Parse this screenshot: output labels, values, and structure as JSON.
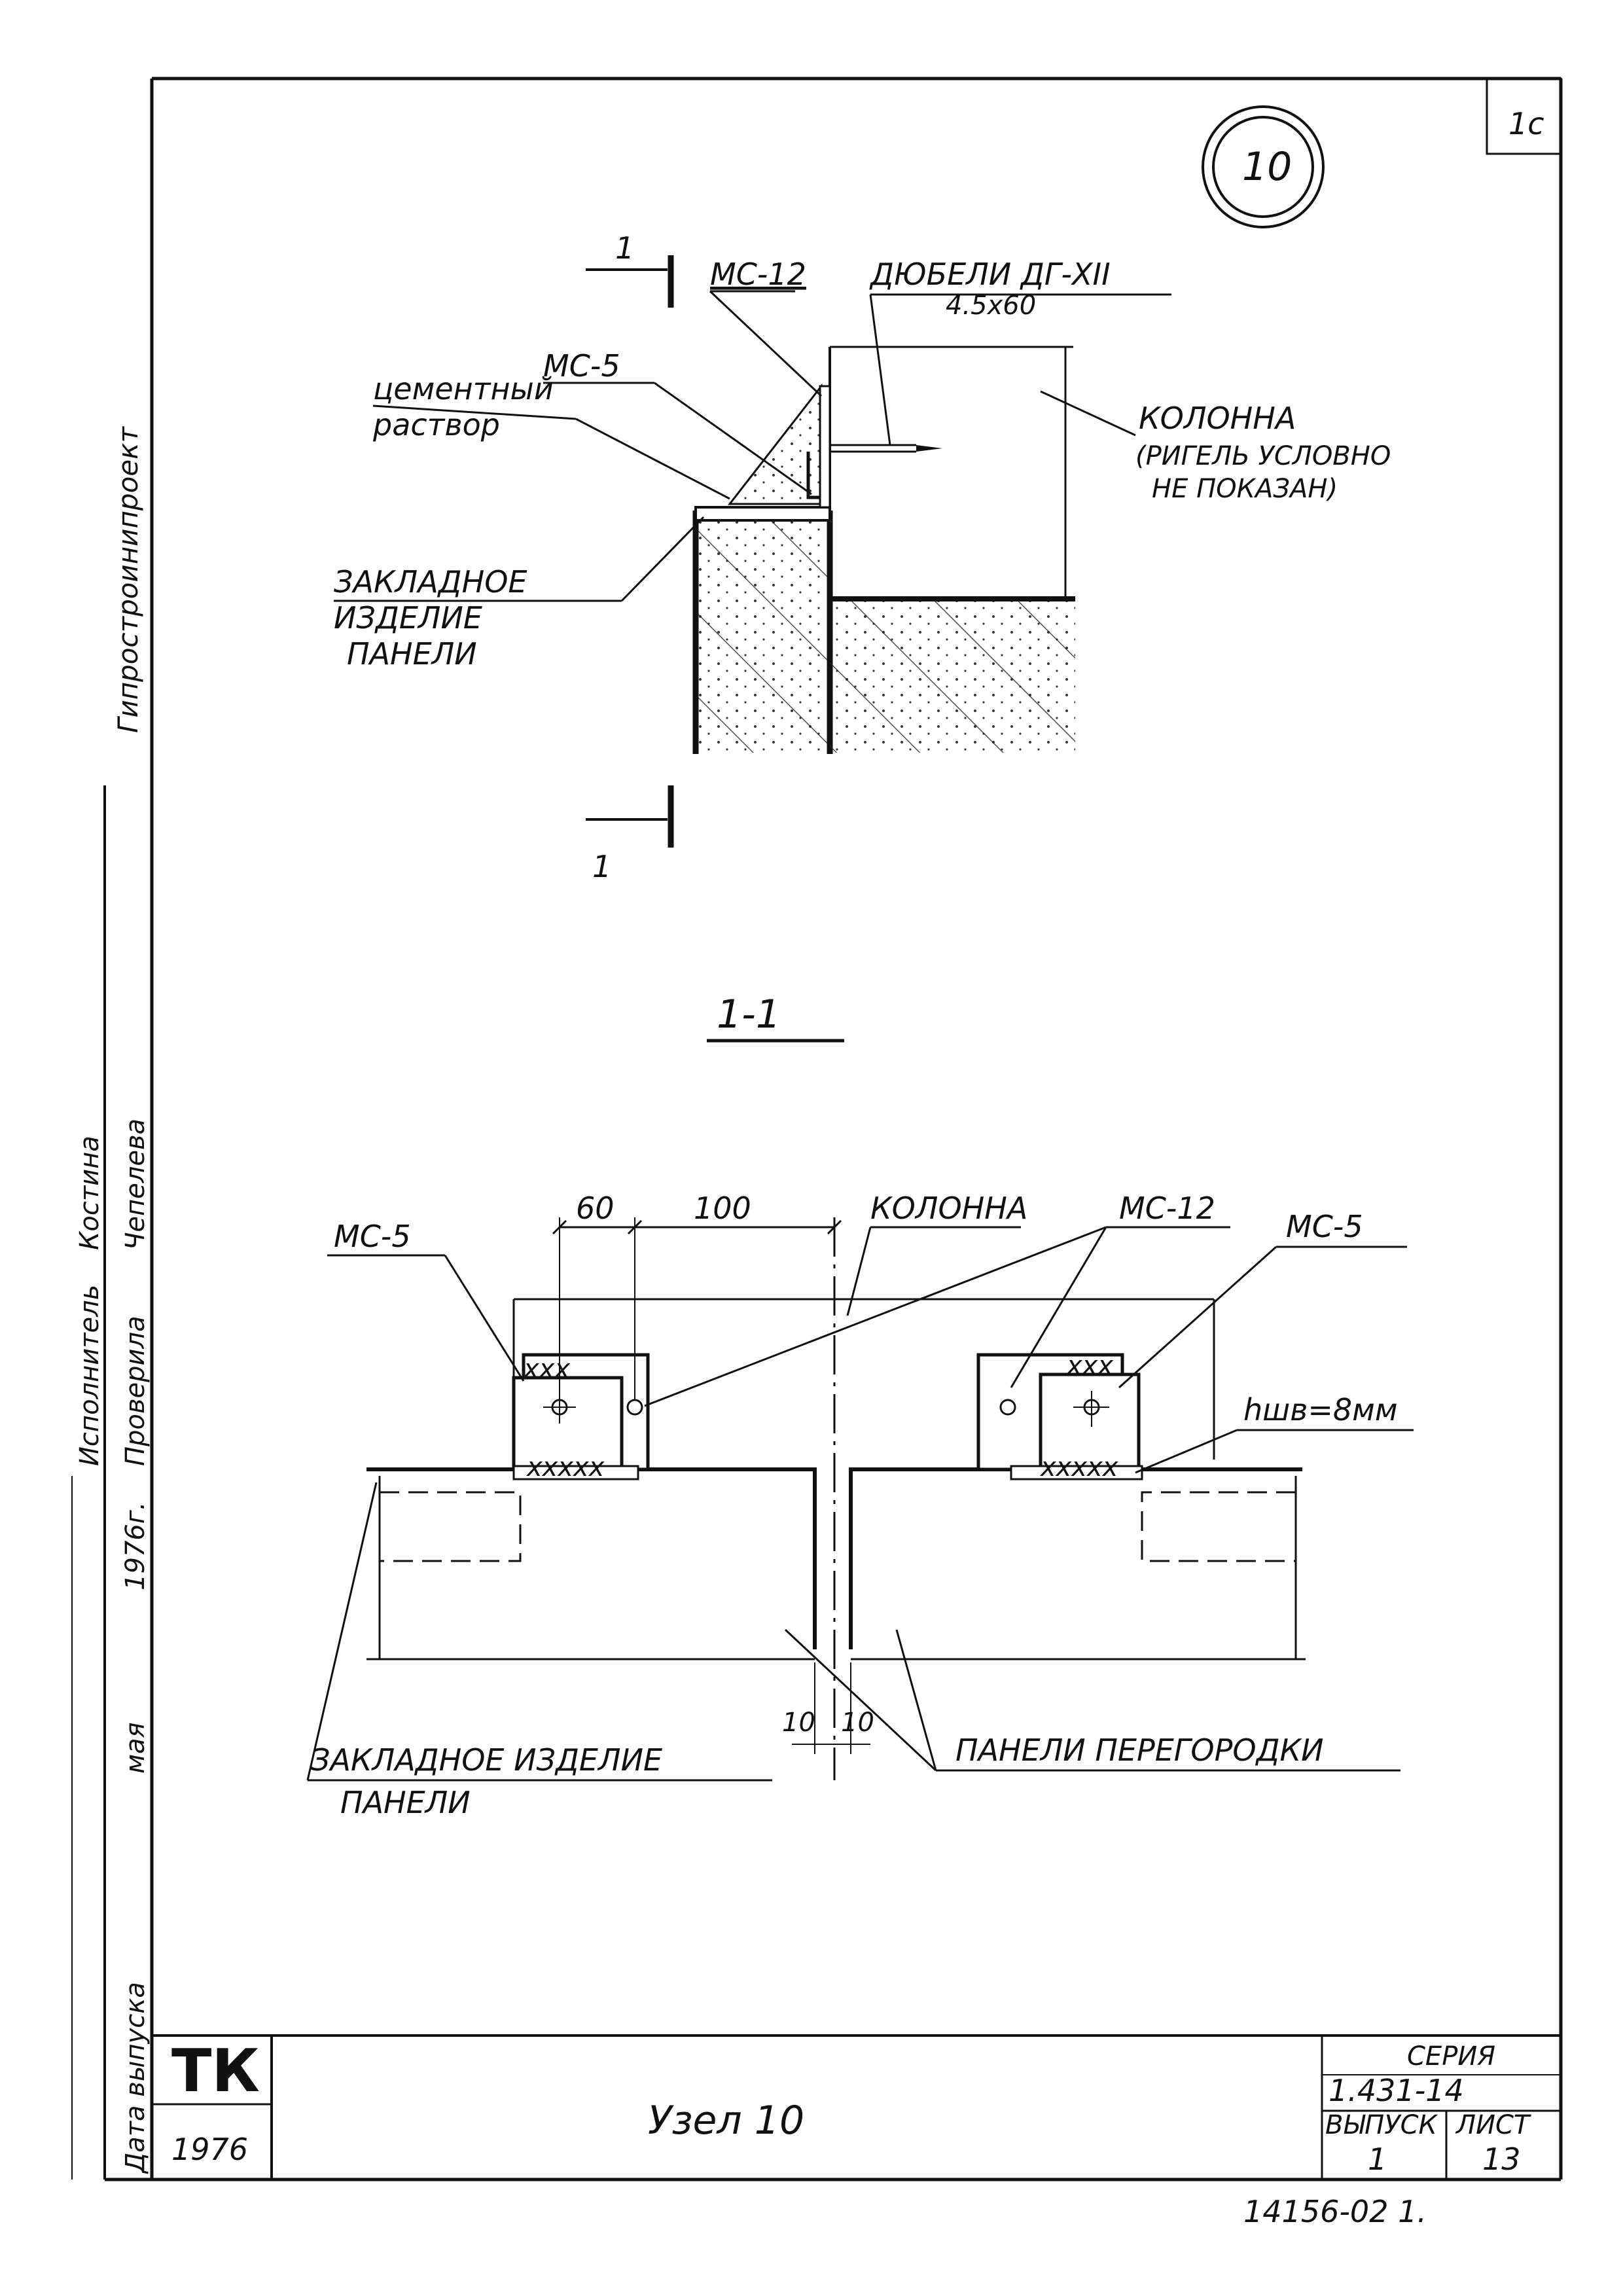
{
  "sheet_corner": "1c",
  "node_circle": "10",
  "top_detail": {
    "section_mark_top": "1",
    "section_mark_bottom": "1",
    "mc12": "МС-12",
    "dowels_title": "ДЮБЕЛИ ДГ-XII",
    "dowels_size": "4.5х60",
    "mc5": "МС-5",
    "mortar_line1": "цементный",
    "mortar_line2": "раствор",
    "column_line1": "КОЛОННА",
    "column_line2": "(РИГЕЛЬ УСЛОВНО",
    "column_line3": "НЕ ПОКАЗАН)",
    "embedded_line1": "ЗАКЛАДНОЕ",
    "embedded_line2": "ИЗДЕЛИЕ",
    "embedded_line3": "ПАНЕЛИ"
  },
  "section_title": "1-1",
  "section": {
    "dim_60": "60",
    "dim_100": "100",
    "column": "КОЛОННА",
    "mc12": "МС-12",
    "mc5_left": "МС-5",
    "mc5_right": "МС-5",
    "weld": "hшв=8мм",
    "gap_left": "10",
    "gap_right": "10",
    "embedded_line1": "ЗАКЛАДНОЕ ИЗДЕЛИЕ",
    "embedded_line2": "ПАНЕЛИ",
    "panels": "ПАНЕЛИ ПЕРЕГОРОДКИ"
  },
  "sidebar": {
    "org": "Гипростроинипроект",
    "executor_role": "Исполнитель",
    "executor_name": "Костина",
    "checker_role": "Проверила",
    "checker_name": "Чепелева",
    "year_note": "1976г.",
    "release_date": "Дата выпуска",
    "month": "мая"
  },
  "title_block": {
    "logo": "ТК",
    "year": "1976",
    "name": "Узел 10",
    "series_label": "СЕРИЯ",
    "series_value": "1.431-14",
    "issue_label": "ВЫПУСК",
    "issue_value": "1",
    "sheet_label": "ЛИСТ",
    "sheet_value": "13"
  },
  "footer_code": "14156-02  1."
}
